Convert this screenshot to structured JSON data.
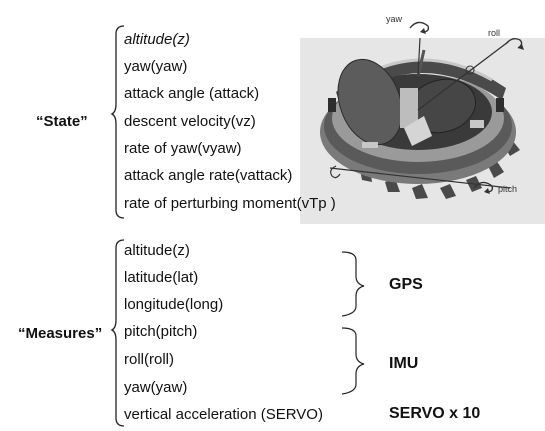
{
  "state": {
    "label": "“State”",
    "items": [
      {
        "text": "altitude(z)"
      },
      {
        "text": "yaw(yaw)"
      },
      {
        "text": "attack angle (attack)"
      },
      {
        "text": "descent velocity(vz)"
      },
      {
        "text": "rate of yaw(vyaw)"
      },
      {
        "text": "attack angle rate(vattack)"
      },
      {
        "text": "rate of perturbing moment(vTp )"
      }
    ]
  },
  "measures": {
    "label": "“Measures”",
    "items": [
      {
        "text": "altitude(z)"
      },
      {
        "text": "latitude(lat)"
      },
      {
        "text": "longitude(long)"
      },
      {
        "text": "pitch(pitch)"
      },
      {
        "text": "roll(roll)"
      },
      {
        "text": "yaw(yaw)"
      },
      {
        "text": "vertical acceleration (SERVO)"
      }
    ]
  },
  "sensors": {
    "gps": "GPS",
    "imu": "IMU",
    "servo": "SERVO x 10"
  },
  "axes": {
    "yaw": "yaw",
    "roll": "roll",
    "pitch": "pitch"
  },
  "colors": {
    "text": "#111111",
    "illustration_background": "#e6e6e6",
    "body_dark": "#3a3a3a",
    "body_mid": "#7a7a7a",
    "body_light": "#c8c8c8"
  }
}
